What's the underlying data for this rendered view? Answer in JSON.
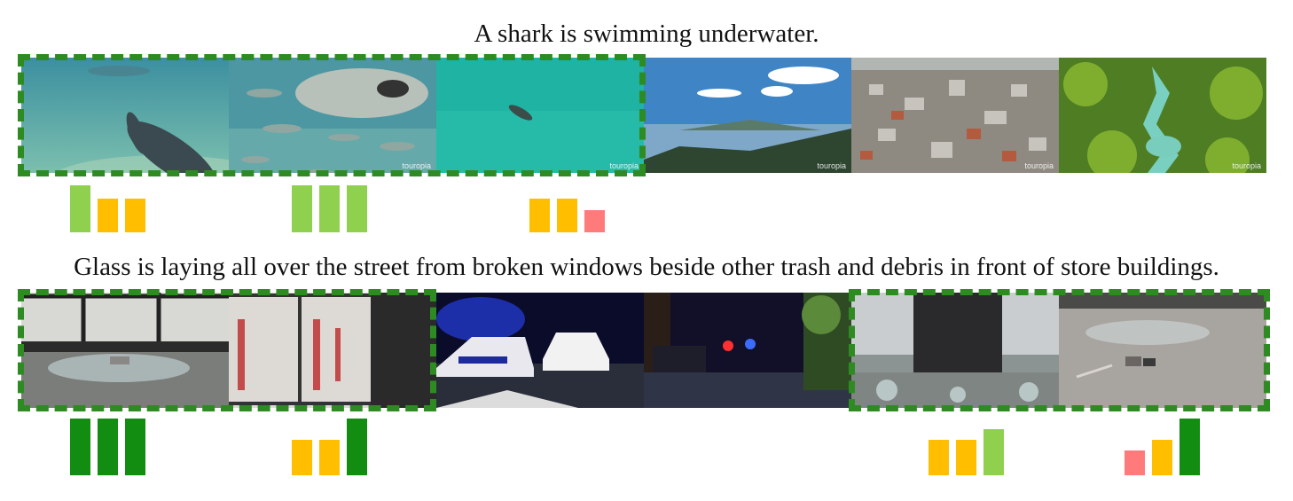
{
  "rows": [
    {
      "caption": "A shark is swimming underwater.",
      "frames": [
        {
          "scene": "whale-shark-underwater",
          "watermark": ""
        },
        {
          "scene": "whale-shark-with-fish",
          "watermark": "touropia"
        },
        {
          "scene": "fish-in-turquoise-water",
          "watermark": "touropia"
        },
        {
          "scene": "lake-with-island-landscape",
          "watermark": "touropia"
        },
        {
          "scene": "aerial-city-view",
          "watermark": "touropia"
        },
        {
          "scene": "jungle-waterfall-aerial",
          "watermark": "touropia"
        }
      ],
      "highlighted_segments": [
        [
          1,
          3
        ]
      ],
      "score_groups": [
        {
          "levels": [
            3,
            2,
            2
          ],
          "colors": [
            "light-green",
            "orange",
            "orange"
          ]
        },
        {
          "levels": [
            3,
            3,
            3
          ],
          "colors": [
            "light-green",
            "light-green",
            "light-green"
          ]
        },
        {
          "levels": [
            2,
            2,
            1
          ],
          "colors": [
            "orange",
            "orange",
            "red"
          ]
        }
      ]
    },
    {
      "caption": "Glass is laying all over the street from broken windows beside other trash and debris in front of store buildings.",
      "frames": [
        {
          "scene": "shattered-glass-on-sidewalk",
          "watermark": ""
        },
        {
          "scene": "broken-store-window",
          "watermark": ""
        },
        {
          "scene": "police-car-at-night",
          "watermark": ""
        },
        {
          "scene": "police-lights-street-night",
          "watermark": ""
        },
        {
          "scene": "broken-glass-window-base",
          "watermark": ""
        },
        {
          "scene": "glass-debris-on-pavement",
          "watermark": ""
        }
      ],
      "highlighted_segments": [
        [
          1,
          2
        ],
        [
          5,
          6
        ]
      ],
      "score_groups": [
        {
          "levels": [
            3,
            3,
            3
          ],
          "colors": [
            "dark-green",
            "dark-green",
            "dark-green"
          ]
        },
        {
          "levels": [
            2,
            2,
            3
          ],
          "colors": [
            "orange",
            "orange",
            "dark-green"
          ]
        },
        {
          "levels": [
            2,
            2,
            3
          ],
          "colors": [
            "orange",
            "orange",
            "light-green"
          ]
        },
        {
          "levels": [
            1,
            2,
            3
          ],
          "colors": [
            "red",
            "orange",
            "dark-green"
          ]
        }
      ]
    }
  ],
  "palette": {
    "dark-green": "#138c12",
    "light-green": "#8fd14f",
    "orange": "#ffbf00",
    "red": "#ff7b7b",
    "dash": "#2e8b22"
  }
}
